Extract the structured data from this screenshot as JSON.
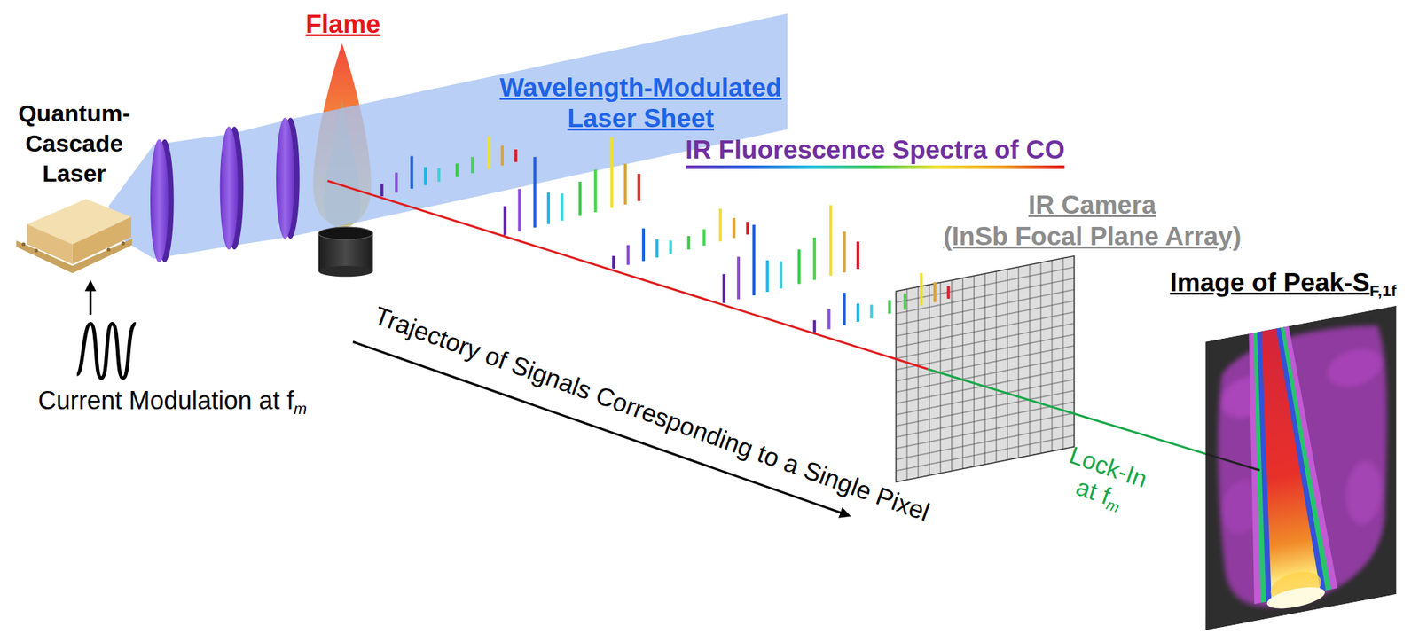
{
  "diagram": {
    "nodes": [
      {
        "text": [
          "Quantum-Cascade Laser"
        ]
      },
      {
        "text": [
          "Flame"
        ]
      },
      {
        "text": [
          "IR Camera",
          "(InSb Focal Plane Array)"
        ]
      },
      {
        "text": [
          "Image of Peak-S"
        ]
      }
    ],
    "edges": [
      {
        "from": 1,
        "to": 2,
        "arrow": "none"
      },
      {
        "from": 2,
        "to": 3,
        "label": "Lock-In at f",
        "arrow": "none"
      }
    ],
    "labels": [
      "F,1f",
      "m",
      "Wavelength-Modulated Laser Sheet",
      "IR Fluorescence Spectra of CO",
      "Trajectory of Signals Corresponding to a Single Pixel",
      "Current Modulation at f",
      "m"
    ]
  }
}
